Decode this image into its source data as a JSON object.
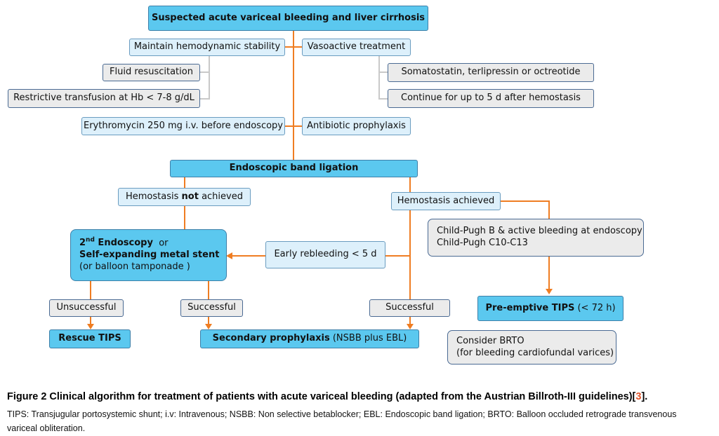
{
  "diagram": {
    "top": "Suspected acute variceal bleeding and liver cirrhosis",
    "maintain": "Maintain hemodynamic stability",
    "vasoactive": "Vasoactive treatment",
    "fluid": "Fluid resuscitation",
    "restrictive": "Restrictive transfusion at Hb < 7-8 g/dL",
    "somatostatin": "Somatostatin, terlipressin or octreotide",
    "continue": "Continue for up to 5 d after hemostasis",
    "erythromycin": "Erythromycin 250 mg i.v. before endoscopy",
    "antibiotic": "Antibiotic prophylaxis",
    "ebl": "Endoscopic band ligation",
    "not_achieved_pre": "Hemostasis ",
    "not_achieved_bold": "not",
    "not_achieved_post": " achieved",
    "achieved": "Hemostasis achieved",
    "second_endo_num": "2",
    "second_endo_sup": "nd",
    "second_endo_label": " Endoscopy",
    "second_endo_or": "  or",
    "stent": "Self-expanding metal stent",
    "balloon": "(or balloon tamponade )",
    "early_rebleed": "Early rebleeding < 5 d",
    "child_pugh_1": "Child-Pugh B & active bleeding at endoscopy",
    "child_pugh_2": "Child-Pugh C10-C13",
    "unsuccessful": "Unsuccessful",
    "successful_1": "Successful",
    "successful_2": "Successful",
    "rescue_tips": "Rescue TIPS",
    "secondary_bold": "Secondary prophylaxis",
    "secondary_rest": " (NSBB plus EBL)",
    "preemptive_bold": "Pre-emptive TIPS",
    "preemptive_rest": " (< 72 h)",
    "brto_1": "Consider BRTO",
    "brto_2": "(for bleeding cardiofundal varices)"
  },
  "caption": {
    "title": "Figure 2 Clinical algorithm for treatment of patients with acute variceal bleeding (adapted from the Austrian Billroth-III guidelines)",
    "ref_open": "[",
    "ref_num": "3",
    "ref_close": "].",
    "body": "TIPS: Transjugular portosystemic shunt; i.v: Intravenous; NSBB: Non selective betablocker; EBL: Endoscopic band ligation; BRTO: Balloon occluded retrograde transvenous variceal obliteration."
  },
  "colors": {
    "connector_orange": "#ef7d22",
    "connector_grey": "#c9c9c9",
    "box_dark_blue": "#5bc8ef",
    "box_light_blue": "#ddf0fb",
    "box_grey": "#ebebeb",
    "ref_link": "#e0542a"
  }
}
